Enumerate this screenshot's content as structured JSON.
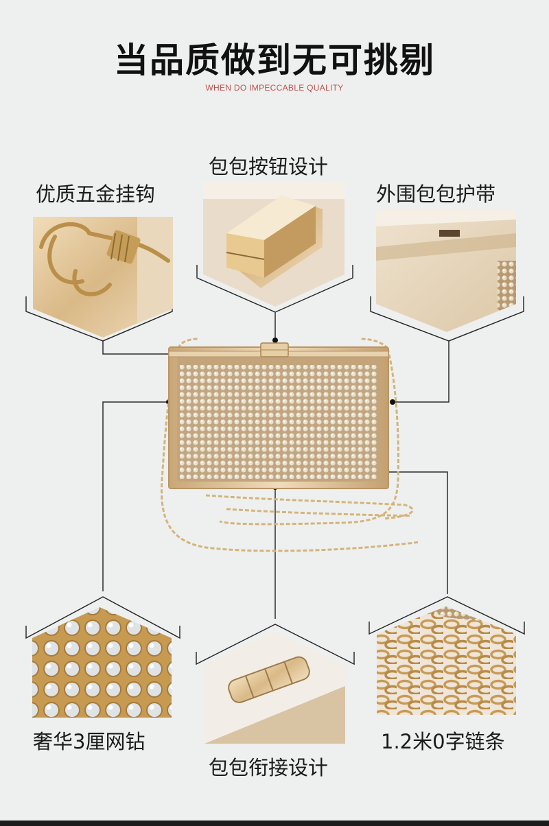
{
  "header": {
    "title": "当品质做到无可挑剔",
    "subtitle": "WHEN DO IMPECCABLE QUALITY"
  },
  "features": {
    "hook": "优质五金挂钩",
    "button": "包包按钮设计",
    "band": "外围包包护带",
    "rhinestone": "奢华3厘网钻",
    "hinge": "包包衔接设计",
    "chain": "1.2米0字链条"
  },
  "colors": {
    "background": "#eef0ef",
    "gold": "#d8b883",
    "line": "#2a2a2a",
    "subtitle": "#c0504d"
  }
}
